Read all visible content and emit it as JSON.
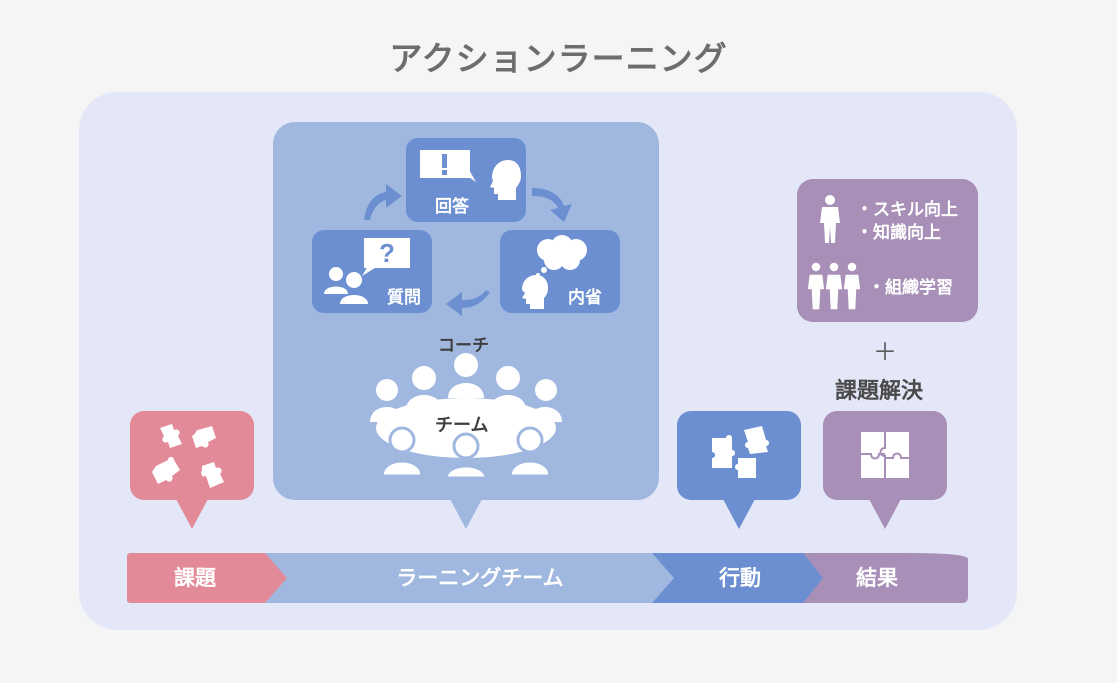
{
  "title": "アクションラーニング",
  "cycle": {
    "answer": "回答",
    "question": "質問",
    "reflection": "内省"
  },
  "coach_label": "コーチ",
  "team_label": "チーム",
  "results_box": {
    "line1": "・スキル向上",
    "line2": "・知識向上",
    "line3": "・組織学習"
  },
  "plus": "＋",
  "problem_solving": "課題解決",
  "steps": [
    "課題",
    "ラーニングチーム",
    "行動",
    "結果"
  ],
  "colors": {
    "pink": "#e38a98",
    "light_blue": "#a0b8e0",
    "blue": "#6b8fd1",
    "purple": "#a78fb7",
    "panel": "#e4e7f8"
  },
  "icons": [
    "puzzle-icon",
    "person-icon",
    "people-icon",
    "speech-bubble-icon",
    "thought-bubble-icon",
    "head-icon",
    "meeting-table-icon",
    "arrow-icon"
  ]
}
